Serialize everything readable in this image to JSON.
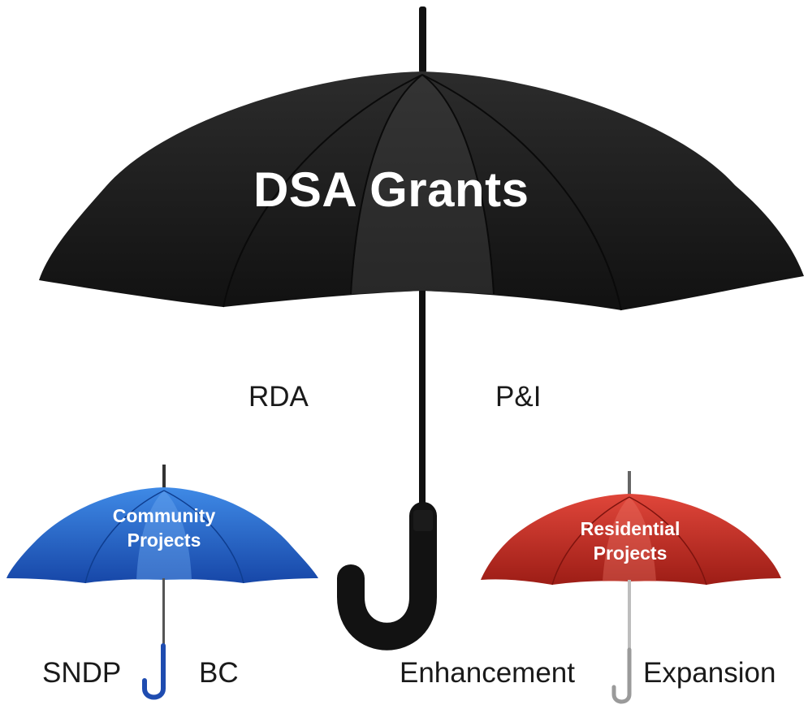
{
  "main": {
    "title": "DSA Grants",
    "left_branch": "RDA",
    "right_branch": "P&I"
  },
  "community": {
    "title_line1": "Community",
    "title_line2": "Projects",
    "left_label": "SNDP",
    "right_label": "BC",
    "color": "#1f5fc4"
  },
  "residential": {
    "title_line1": "Residential",
    "title_line2": "Projects",
    "left_label": "Enhancement",
    "right_label": "Expansion",
    "color": "#c42a20"
  },
  "colors": {
    "main_canopy": "#1c1c1c",
    "background": "#ffffff"
  }
}
